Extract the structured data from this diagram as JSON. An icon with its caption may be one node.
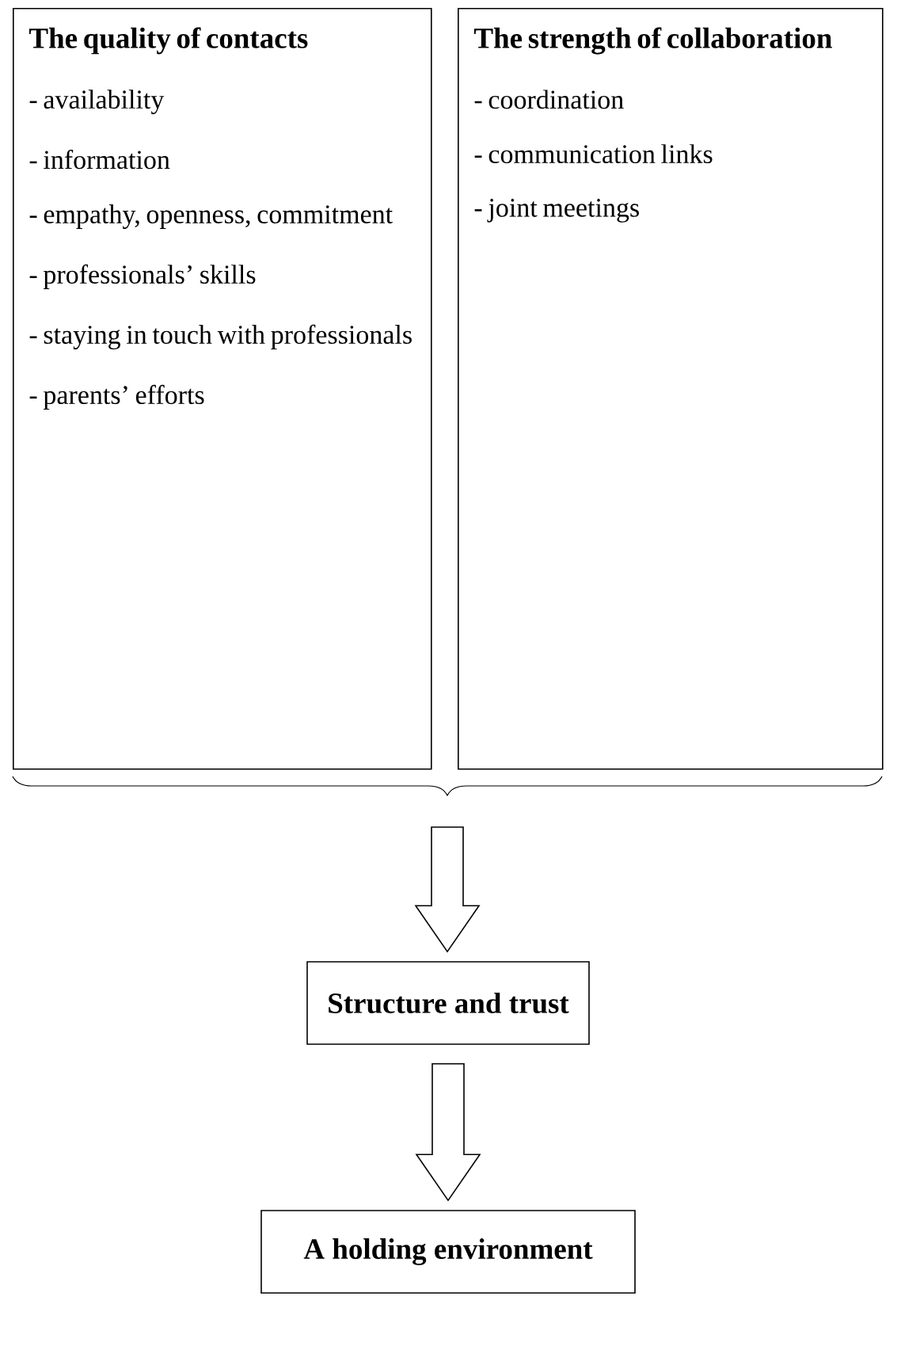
{
  "diagram": {
    "nodes": [
      {
        "text": [
          "The quality of contacts",
          "- availability",
          "- information",
          "- empathy, openness, commitment",
          "- professionals’ skills",
          "- staying in touch with professionals",
          "- parents’ efforts"
        ]
      },
      {
        "text": [
          "The strength of collaboration",
          "- coordination",
          "- communication links",
          "- joint meetings"
        ]
      },
      {
        "text": [
          "Structure and trust"
        ]
      },
      {
        "text": [
          "A holding environment"
        ]
      }
    ],
    "edges": [
      {
        "from": 0,
        "to": 2,
        "arrow": "to"
      },
      {
        "from": 1,
        "to": 2,
        "arrow": "to"
      },
      {
        "from": 2,
        "to": 3,
        "arrow": "to"
      }
    ]
  }
}
